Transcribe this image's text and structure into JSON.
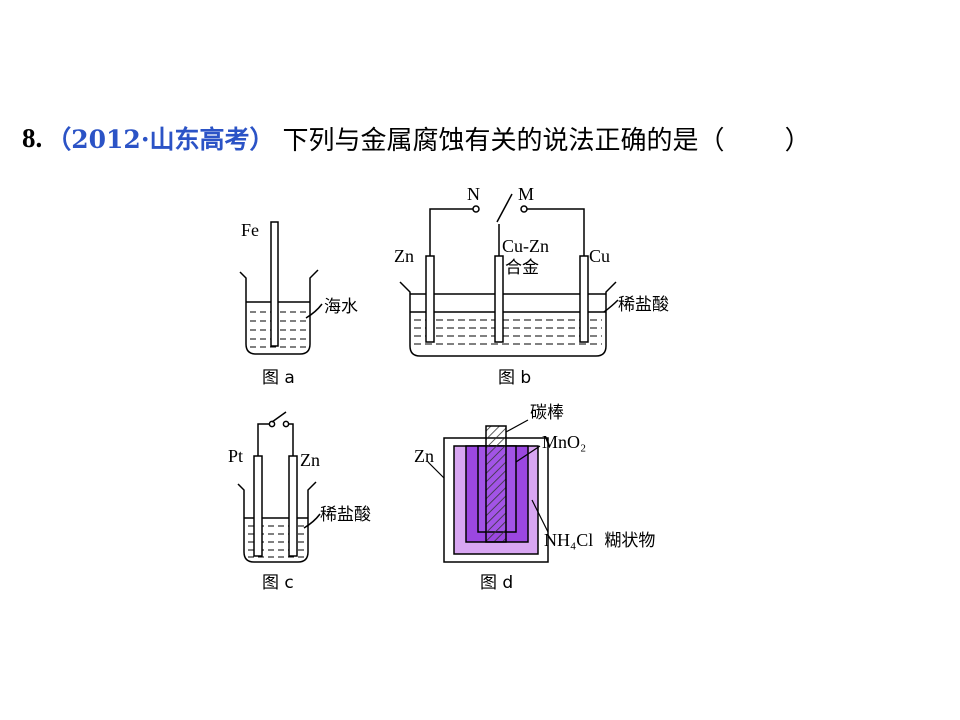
{
  "question": {
    "number": "8.",
    "source": "（2012·山东高考）",
    "text": "下列与金属腐蚀有关的说法正确的是（",
    "close": "）"
  },
  "figure_a": {
    "caption": "图 a",
    "electrode": "Fe",
    "solution": "海水"
  },
  "figure_b": {
    "caption": "图 b",
    "switch_left": "N",
    "switch_right": "M",
    "electrode_left": "Zn",
    "electrode_mid_line1": "Cu-Zn",
    "electrode_mid_line2": "合金",
    "electrode_right": "Cu",
    "solution": "稀盐酸"
  },
  "figure_c": {
    "caption": "图 c",
    "electrode_left": "Pt",
    "electrode_right": "Zn",
    "solution": "稀盐酸"
  },
  "figure_d": {
    "caption": "图 d",
    "rod": "碳棒",
    "shell": "Zn",
    "paste_inner": "MnO₂",
    "paste_outer_formula": "NH₄Cl",
    "paste_outer_desc": "糊状物",
    "colors": {
      "outer": "#d8a6f2",
      "mid": "#9b47e0",
      "inner": "#a254e6",
      "rod": "#cf9ce6"
    }
  }
}
